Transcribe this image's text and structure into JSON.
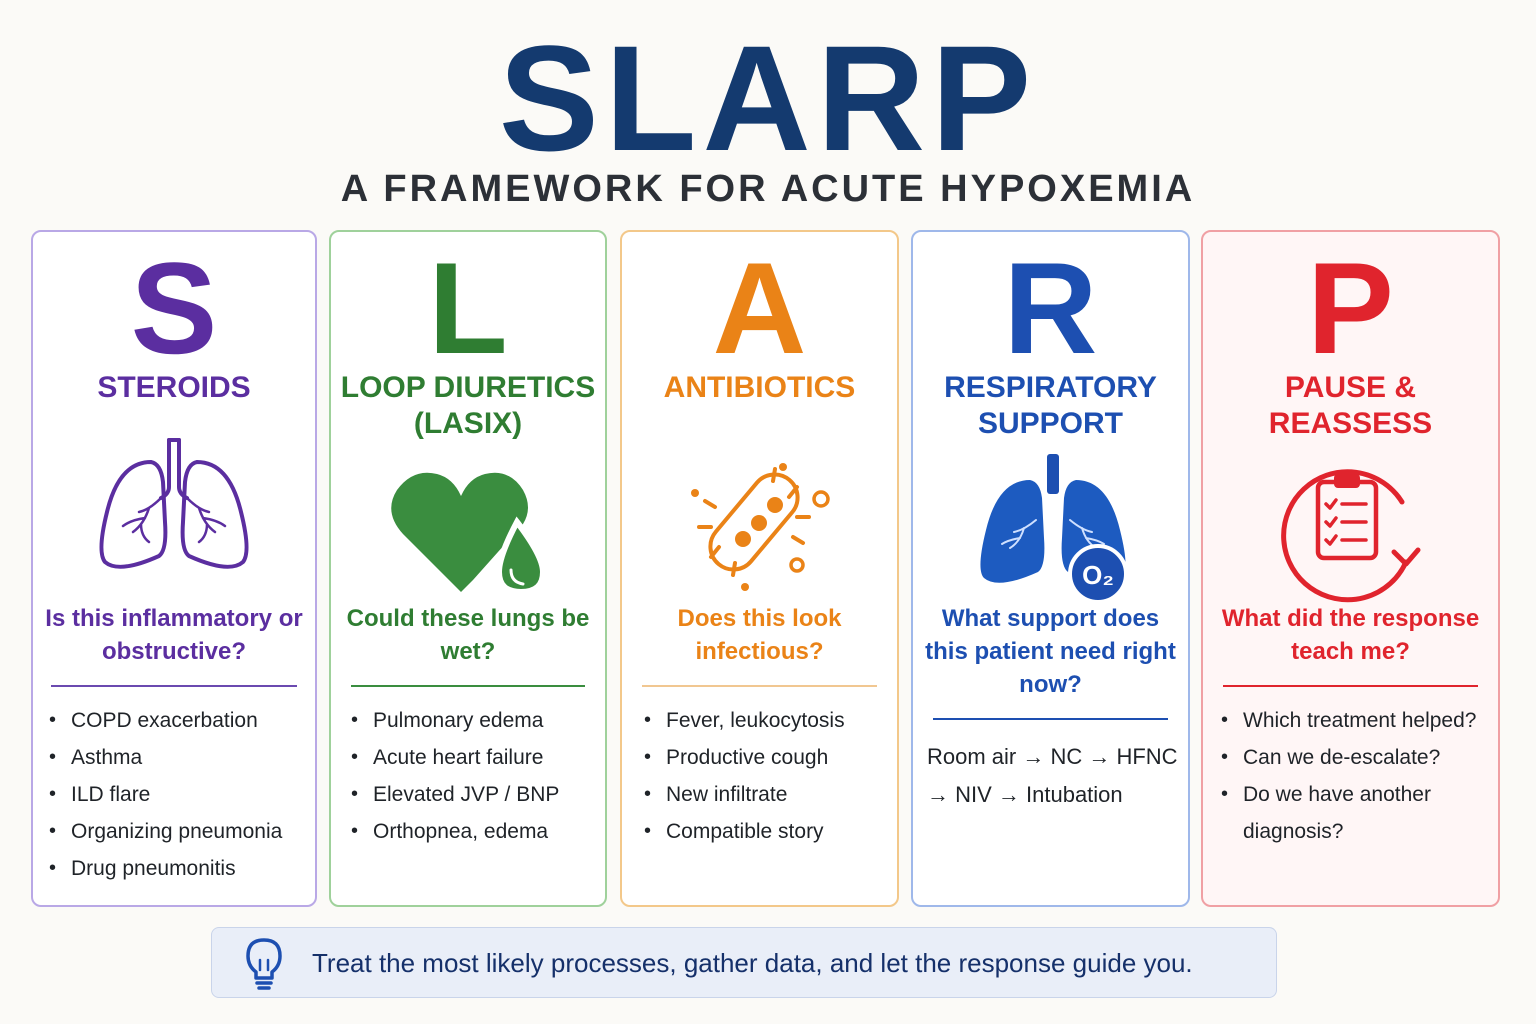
{
  "header": {
    "title": "SLARP",
    "subtitle": "A FRAMEWORK FOR ACUTE HYPOXEMIA"
  },
  "cards": [
    {
      "letter": "S",
      "name": "STEROIDS",
      "icon": "lungs-icon",
      "question": "Is this inflammatory or obstructive?",
      "items": [
        "COPD exacerbation",
        "Asthma",
        "ILD flare",
        "Organizing pneumonia",
        "Drug pneumonitis"
      ],
      "color": "#5b2ea0"
    },
    {
      "letter": "L",
      "name": "LOOP DIURETICS (LASIX)",
      "icon": "heart-droplet-icon",
      "question": "Could these lungs be wet?",
      "items": [
        "Pulmonary edema",
        "Acute heart failure",
        "Elevated JVP / BNP",
        "Orthopnea, edema"
      ],
      "color": "#2f7d32"
    },
    {
      "letter": "A",
      "name": "ANTIBIOTICS",
      "icon": "bacteria-icon",
      "question": "Does this look infectious?",
      "items": [
        "Fever, leukocytosis",
        "Productive cough",
        "New infiltrate",
        "Compatible story"
      ],
      "color": "#ea8317"
    },
    {
      "letter": "R",
      "name": "RESPIRATORY SUPPORT",
      "icon": "lungs-oxygen-icon",
      "icon_label": "O₂",
      "question": "What support does this patient need right now?",
      "text": "Room air → NC → HFNC → NIV → Intubation",
      "color": "#1d4fb1"
    },
    {
      "letter": "P",
      "name": "PAUSE & REASSESS",
      "icon": "clipboard-cycle-icon",
      "question": "What did the response teach me?",
      "items": [
        "Which treatment helped?",
        "Can we de-escalate?",
        "Do we have another diagnosis?"
      ],
      "color": "#e0242d"
    }
  ],
  "footer": {
    "icon": "lightbulb-icon",
    "text": "Treat the most likely processes, gather data, and let the response guide you."
  }
}
